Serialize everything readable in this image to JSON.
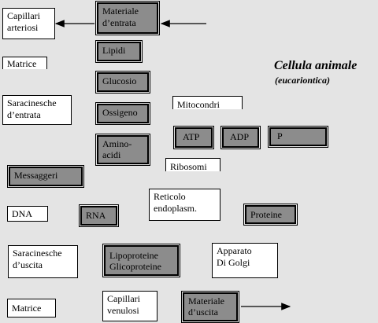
{
  "title": {
    "main": "Cellula animale",
    "sub": "(eucariontica)"
  },
  "light_boxes": {
    "capillari_arteriosi": "Capillari\narteriosi",
    "matrice_top": "Matrice",
    "saracinesche_entrata": "Saracinesche\nd’entrata",
    "mitocondri": "Mitocondri",
    "ribosomi": "Ribosomi",
    "reticolo": "Reticolo\nendoplasm.",
    "dna": "DNA",
    "saracinesche_uscita": "Saracinesche\nd’uscita",
    "apparato_golgi": "Apparato\nDi Golgi",
    "matrice_bottom": "Matrice",
    "capillari_venulosi": "Capillari\nvenulosi"
  },
  "dark_boxes": {
    "materiale_entrata": "Materiale\nd’entrata",
    "lipidi": "Lipidi",
    "glucosio": "Glucosio",
    "ossigeno": "Ossigeno",
    "amino_acidi": "Amino-\nacidi",
    "atp": "ATP",
    "adp": "ADP",
    "p": "P",
    "messaggeri": "Messaggeri",
    "rna": "RNA",
    "proteine": "Proteine",
    "lipoproteine": "Lipoproteine\nGlicoproteine",
    "materiale_uscita": "Materiale\nd’uscita"
  }
}
